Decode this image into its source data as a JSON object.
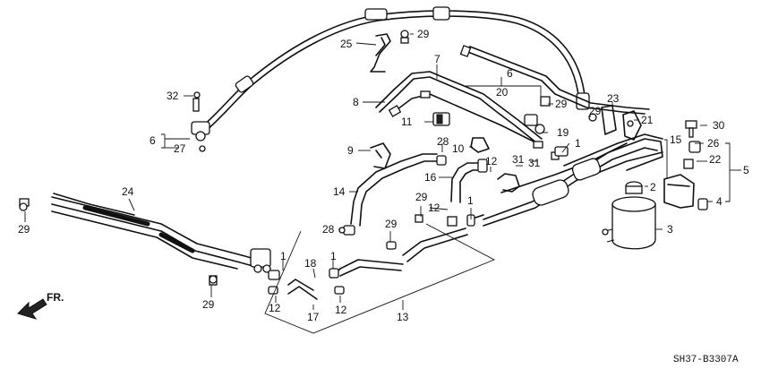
{
  "diagram": {
    "code": "SH37-B3307A",
    "direction": "FR.",
    "callouts": [
      {
        "id": "c25",
        "text": "25"
      },
      {
        "id": "c29a",
        "text": "29"
      },
      {
        "id": "c32",
        "text": "32"
      },
      {
        "id": "c7",
        "text": "7"
      },
      {
        "id": "c6a",
        "text": "6"
      },
      {
        "id": "c20",
        "text": "20"
      },
      {
        "id": "c29b",
        "text": "29"
      },
      {
        "id": "c8",
        "text": "8"
      },
      {
        "id": "c23",
        "text": "23"
      },
      {
        "id": "c11",
        "text": "11"
      },
      {
        "id": "c29c",
        "text": "29"
      },
      {
        "id": "c21",
        "text": "21"
      },
      {
        "id": "c30",
        "text": "30"
      },
      {
        "id": "c6b",
        "text": "6"
      },
      {
        "id": "c27",
        "text": "27"
      },
      {
        "id": "c19",
        "text": "19"
      },
      {
        "id": "c28a",
        "text": "28"
      },
      {
        "id": "c10",
        "text": "10"
      },
      {
        "id": "c1a",
        "text": "1"
      },
      {
        "id": "c15",
        "text": "15"
      },
      {
        "id": "c26",
        "text": "26"
      },
      {
        "id": "c9",
        "text": "9"
      },
      {
        "id": "c22",
        "text": "22"
      },
      {
        "id": "c31a",
        "text": "31"
      },
      {
        "id": "c31b",
        "text": "31"
      },
      {
        "id": "c5",
        "text": "5"
      },
      {
        "id": "c16",
        "text": "16"
      },
      {
        "id": "c12a",
        "text": "12"
      },
      {
        "id": "c2",
        "text": "2"
      },
      {
        "id": "c14",
        "text": "14"
      },
      {
        "id": "c24",
        "text": "24"
      },
      {
        "id": "c4",
        "text": "4"
      },
      {
        "id": "c29d",
        "text": "29"
      },
      {
        "id": "c12b",
        "text": "12"
      },
      {
        "id": "c1b",
        "text": "1"
      },
      {
        "id": "c29e",
        "text": "29"
      },
      {
        "id": "c3",
        "text": "3"
      },
      {
        "id": "c29f",
        "text": "29"
      },
      {
        "id": "c28b",
        "text": "28"
      },
      {
        "id": "c29g",
        "text": "29"
      },
      {
        "id": "c1c",
        "text": "1"
      },
      {
        "id": "c18",
        "text": "18"
      },
      {
        "id": "c1d",
        "text": "1"
      },
      {
        "id": "c12c",
        "text": "12"
      },
      {
        "id": "c17",
        "text": "17"
      },
      {
        "id": "c12d",
        "text": "12"
      },
      {
        "id": "c13",
        "text": "13"
      },
      {
        "id": "c29h",
        "text": "29"
      }
    ]
  }
}
